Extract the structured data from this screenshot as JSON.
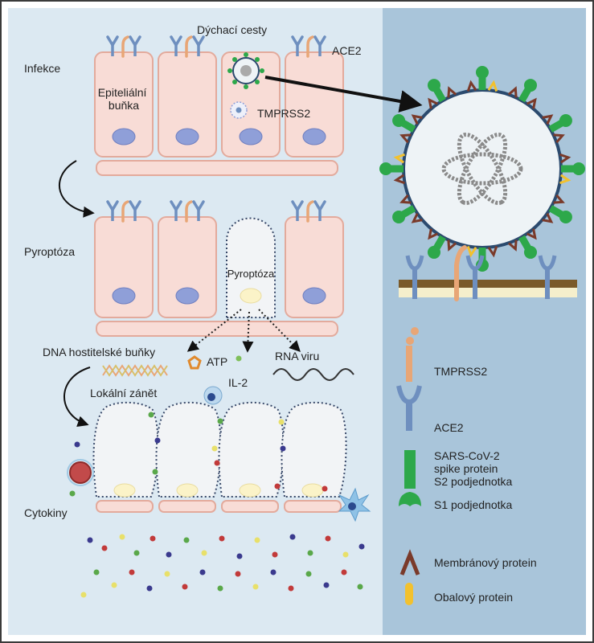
{
  "stages": {
    "infection": "Infekce",
    "pyroptosis": "Pyroptóza",
    "cytokines": "Cytokiny"
  },
  "labels": {
    "airway": "Dýchací cesty",
    "ace2_top": "ACE2",
    "epithelial_cell": "Epiteliální\nbuňka",
    "tmprss2_top": "TMPRSS2",
    "pyroptosis_cell": "Pyroptóza",
    "host_dna": "DNA hostitelské buňky",
    "atp": "ATP",
    "viral_rna": "RNA viru",
    "il2": "IL-2",
    "local_inflammation": "Lokální zánět"
  },
  "legend": [
    {
      "key": "tmprss2",
      "text": "TMPRSS2"
    },
    {
      "key": "ace2",
      "text": "ACE2"
    },
    {
      "key": "spike",
      "text": "SARS-CoV-2\nspike protein\nS2 podjednotka"
    },
    {
      "key": "s1",
      "text": "S1 podjednotka"
    },
    {
      "key": "membrane",
      "text": "Membránový protein"
    },
    {
      "key": "envelope",
      "text": "Obalový protein"
    }
  ],
  "colors": {
    "left_bg": "#dce9f2",
    "right_bg": "#a9c5da",
    "cell_fill": "#f8dcd6",
    "cell_stroke": "#e3aa9c",
    "nucleus": "#8f9fd8",
    "ace2": "#6e8fbf",
    "tmprss2": "#e8a676",
    "spike": "#2da84a",
    "membrane_protein": "#7a3a2a",
    "envelope_protein": "#f2c12e",
    "virus_membrane": "#2b4a6e"
  }
}
